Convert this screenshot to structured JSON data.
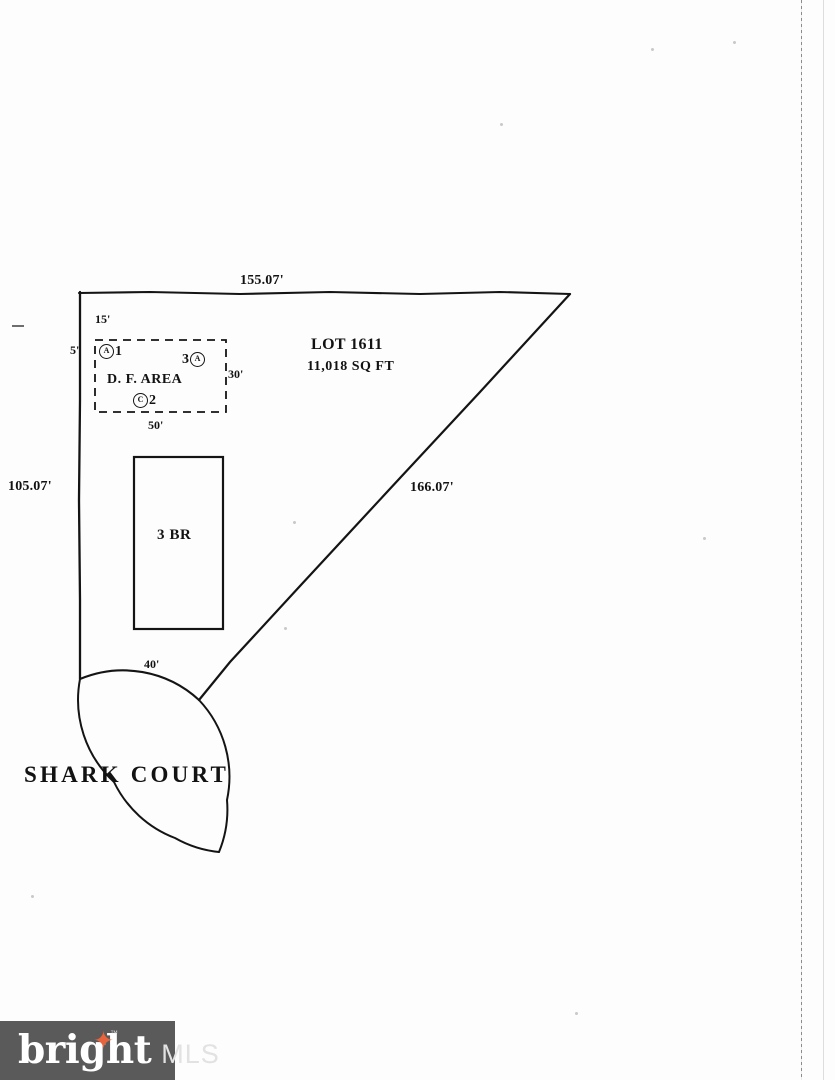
{
  "document": {
    "type": "plat-survey-diagram",
    "background_color": "#fdfdfd",
    "ink_color": "#141414"
  },
  "plat": {
    "lot_label_line1": "LOT 1611",
    "lot_label_line2": "11,018 SQ FT",
    "dwelling_label": "3 BR",
    "street_name": "SHARK COURT",
    "dfa_label": "D. F. AREA",
    "dimensions": {
      "top": "155.07'",
      "left": "105.07'",
      "diagonal": "166.07'",
      "frontage": "40'",
      "setback_top": "15'",
      "setback_left": "5'",
      "dfa_right": "30'",
      "dfa_bottom": "50'"
    },
    "markers": [
      {
        "id": "marker-1",
        "symbol": "A",
        "number": "1"
      },
      {
        "id": "marker-3",
        "symbol": "A",
        "number": "3",
        "number_first": true
      },
      {
        "id": "marker-2",
        "symbol": "C",
        "number": "2"
      }
    ]
  },
  "watermark": {
    "brand": "bright",
    "suffix": "MLS",
    "trademark": "™",
    "star_glyph": "✦",
    "box_color": "#5a5a5a",
    "brand_color": "#ffffff",
    "star_color": "#e8643c",
    "suffix_color": "#e2e2e2"
  }
}
